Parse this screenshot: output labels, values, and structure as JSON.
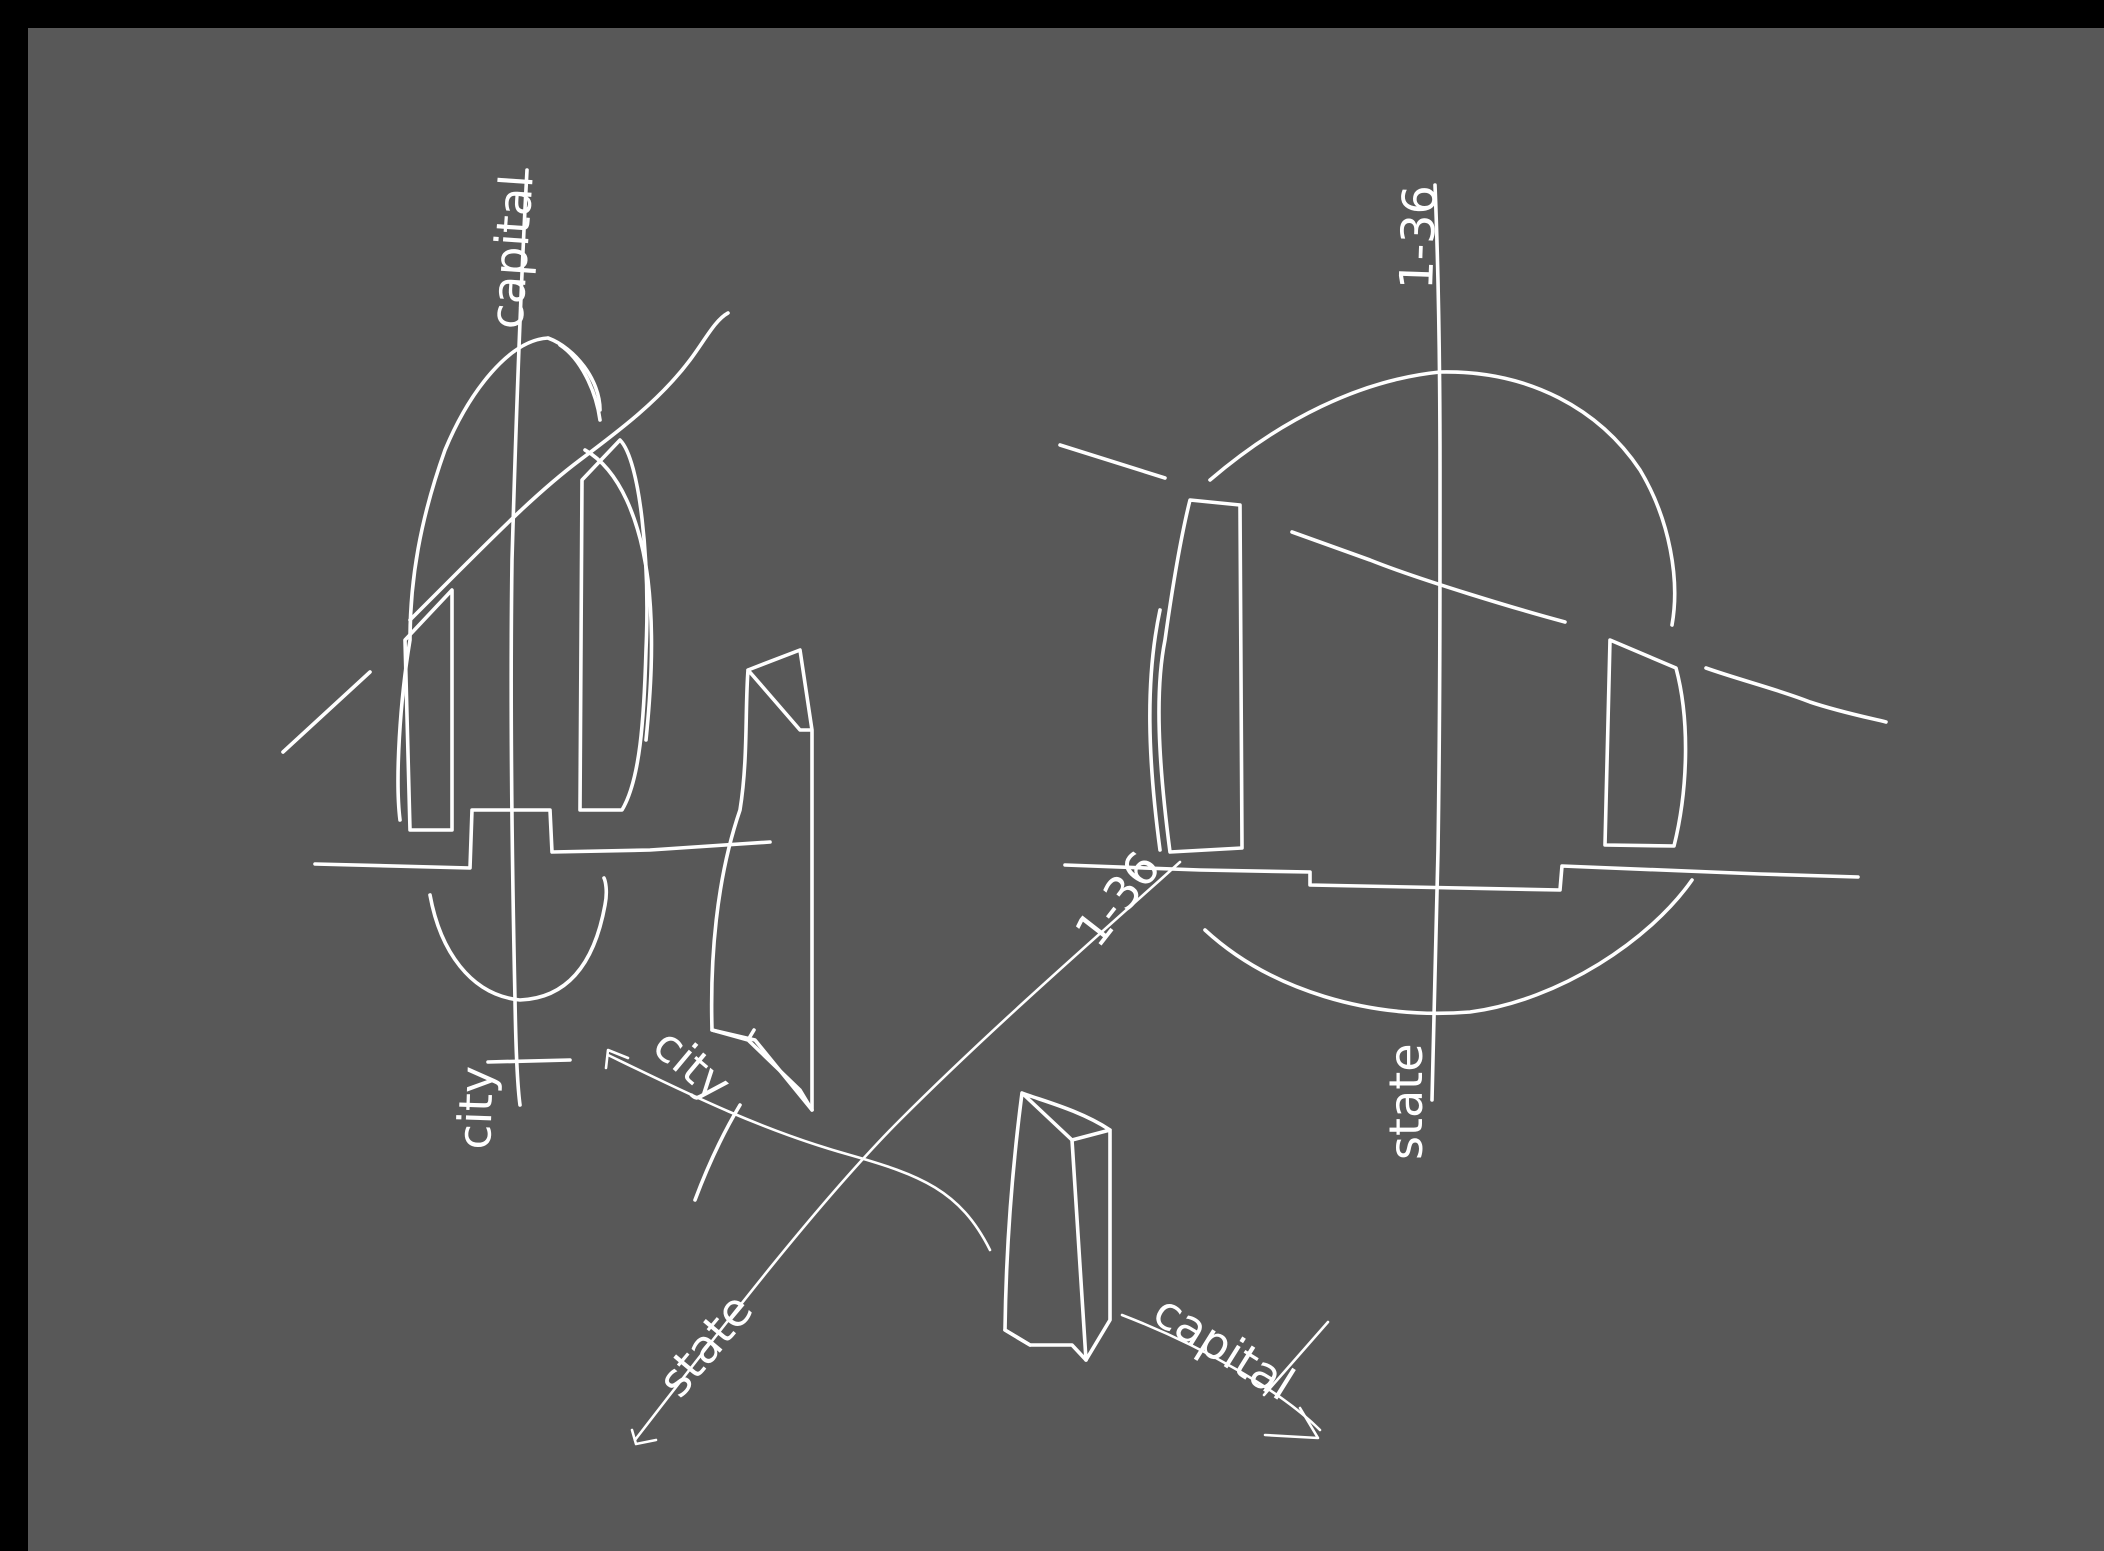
{
  "colors": {
    "frame": "#000000",
    "board": "#585858",
    "ink": "#ffffff"
  },
  "labels": {
    "left_vertical_axis": "capital",
    "left_bottom_axis": "city",
    "city_arrow": "city",
    "right_vertical_axis_top": "1-36",
    "right_vertical_axis_bottom": "state",
    "right_pointer": "1-36",
    "bottom_left_arrow": "state",
    "bottom_right_arrow": "capital"
  }
}
